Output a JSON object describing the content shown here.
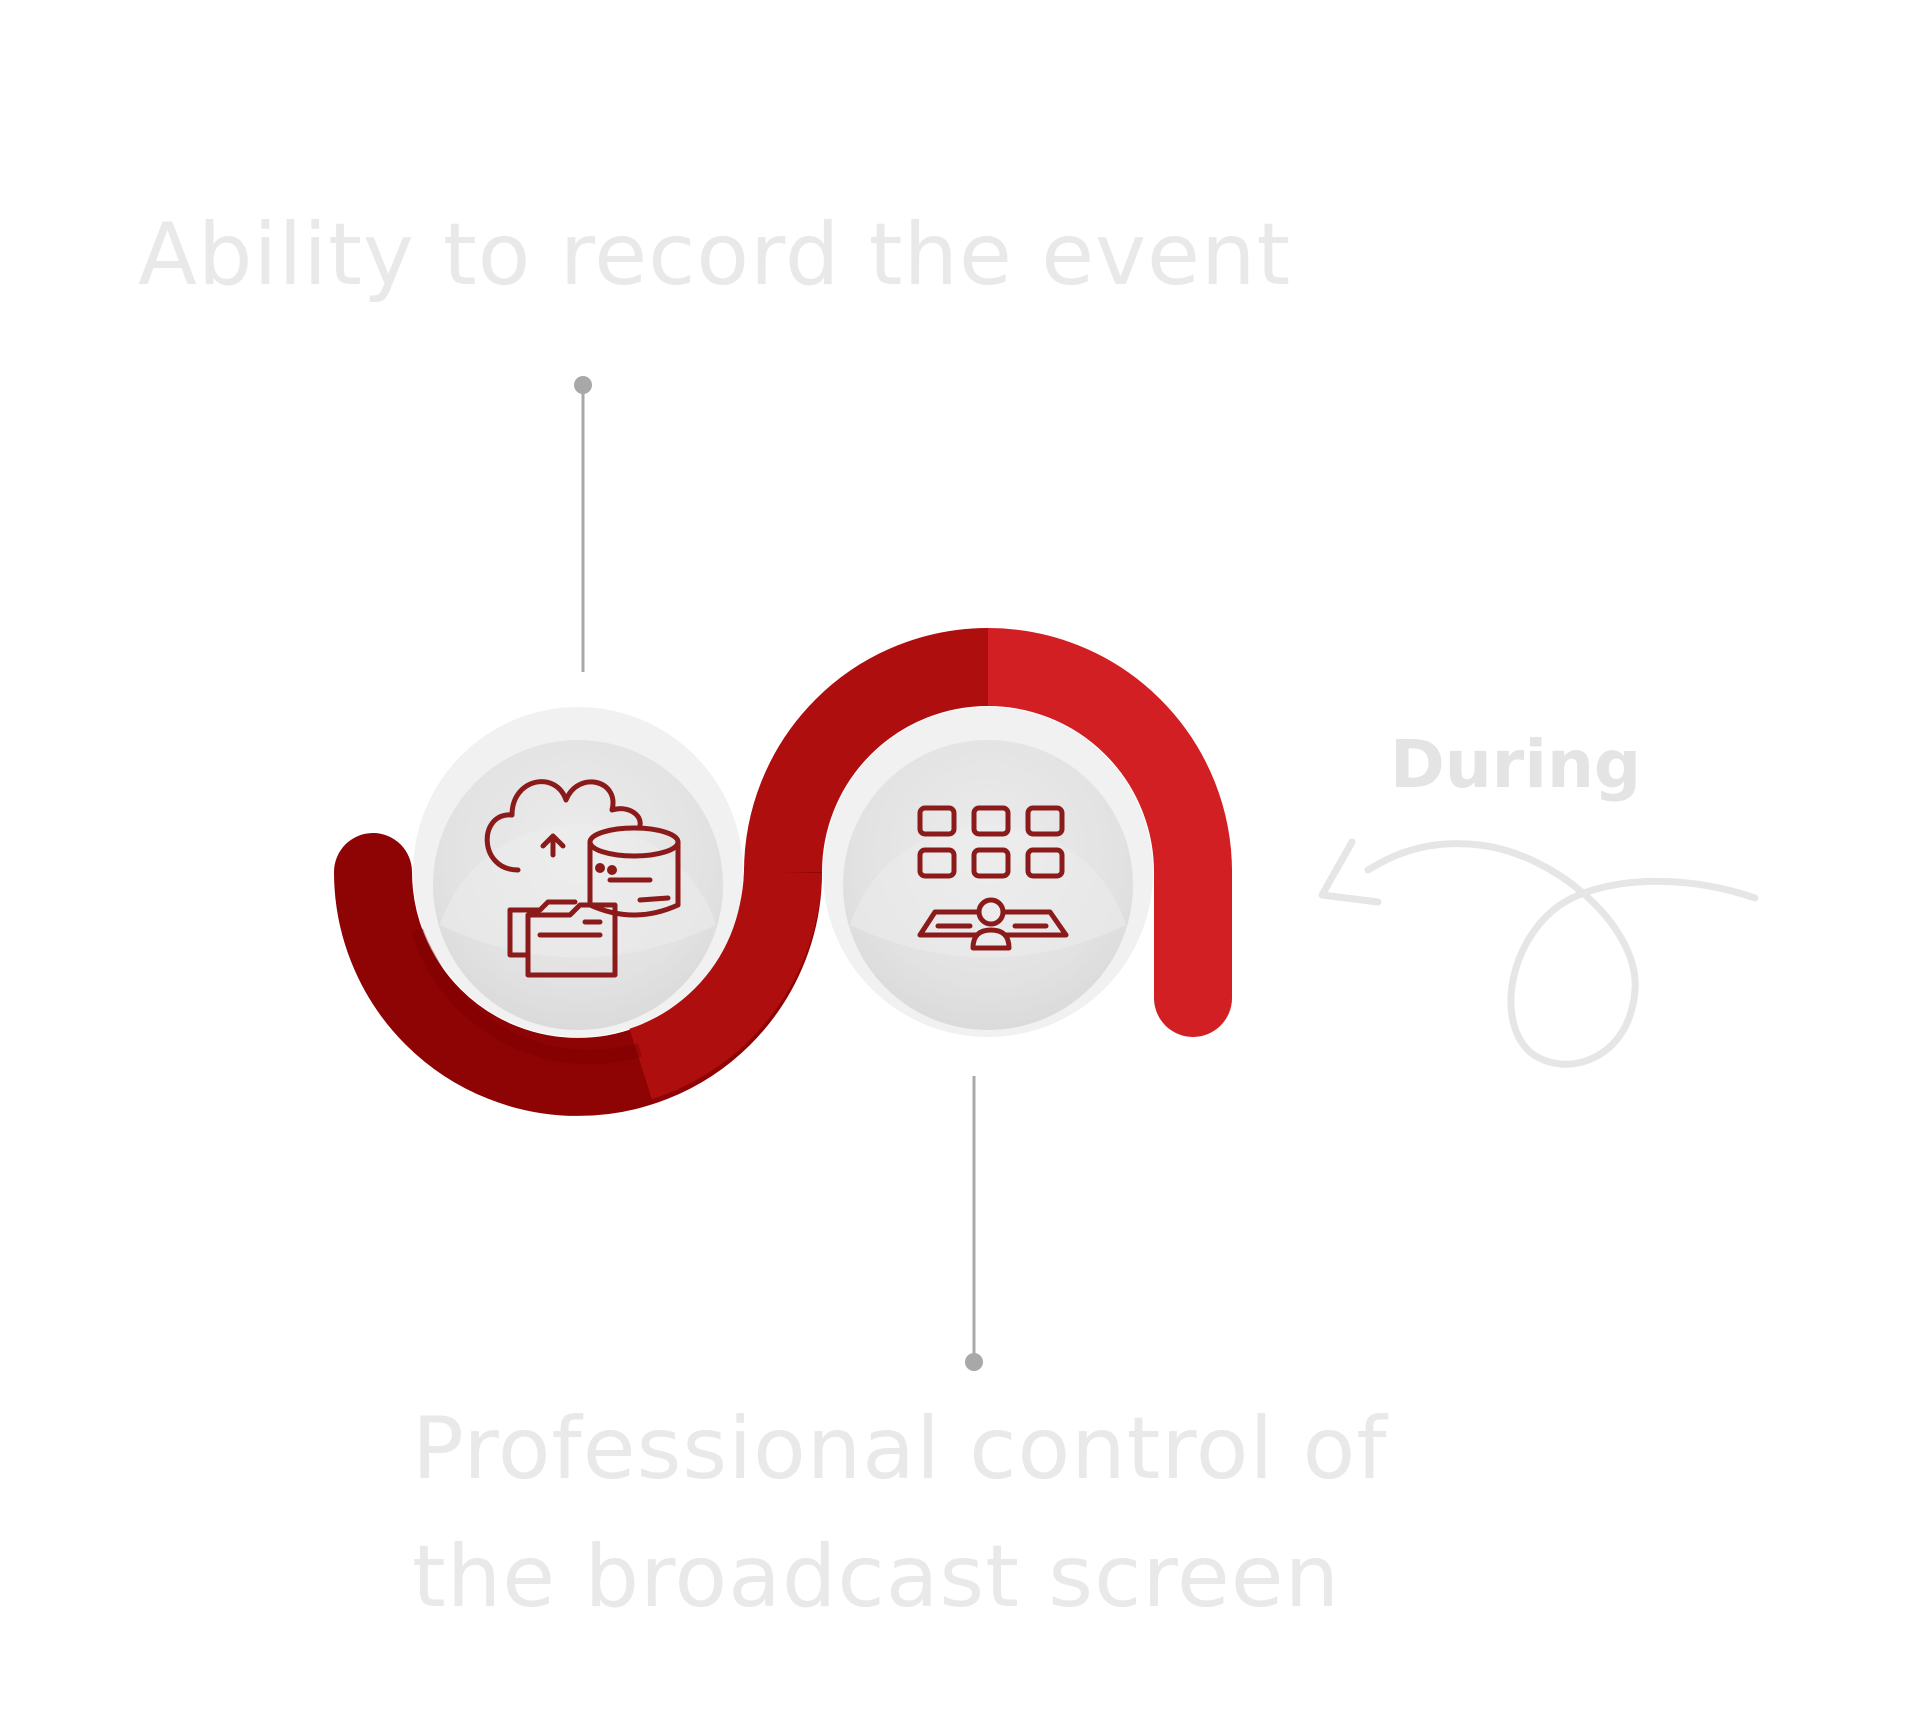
{
  "steps": [
    {
      "text": "Ability to record the event",
      "icon": "cloud-database-folder-icon"
    },
    {
      "lines": [
        "Professional control of",
        "the broadcast screen"
      ],
      "icon": "video-grid-presenter-icon"
    }
  ],
  "tag": {
    "text": "During",
    "icon": "curly-arrow-icon"
  },
  "colors": {
    "accent_dark": "#8e0303",
    "accent": "#ae0e0e",
    "accent_light": "#d11f24",
    "circle": "#e4e4e4",
    "circle_rim": "#f1f1f1",
    "icon_stroke": "#8b1a1a",
    "text": "#e9e9e9",
    "connector": "#a8a8a8"
  }
}
